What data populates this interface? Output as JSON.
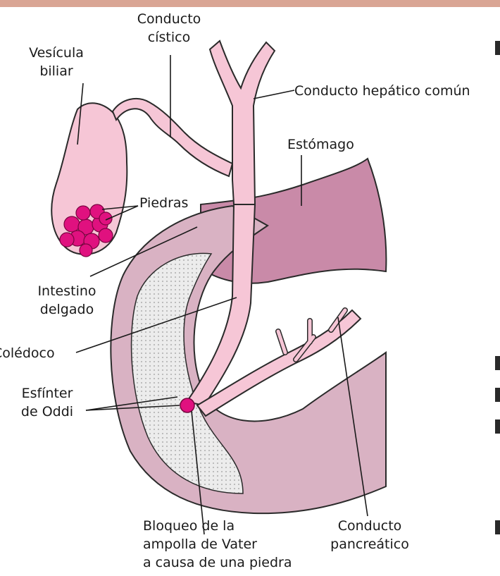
{
  "labels": {
    "conducto_cistico": [
      "Conducto",
      "cístico"
    ],
    "vesicula_biliar": [
      "Vesícula",
      "biliar"
    ],
    "conducto_hepatico_comun": "Conducto hepático común",
    "estomago": "Estómago",
    "piedras": "Piedras",
    "intestino_delgado": [
      "Intestino",
      "delgado"
    ],
    "coledoco": "Colédoco",
    "esfinter_de_oddi": [
      "Esfínter",
      "de Oddi"
    ],
    "bloqueo_ampolla": [
      "Bloqueo de la",
      "ampolla de Vater",
      "a causa de una piedra"
    ],
    "conducto_pancreatico": [
      "Conducto",
      "pancreático"
    ]
  },
  "colors": {
    "top_bar": "#d9a594",
    "duct_pink": "#f6c6d6",
    "stomach": "#c98aa8",
    "intestine": "#d9b2c3",
    "stone": "#e0117f",
    "outline": "#2a2a2a"
  }
}
